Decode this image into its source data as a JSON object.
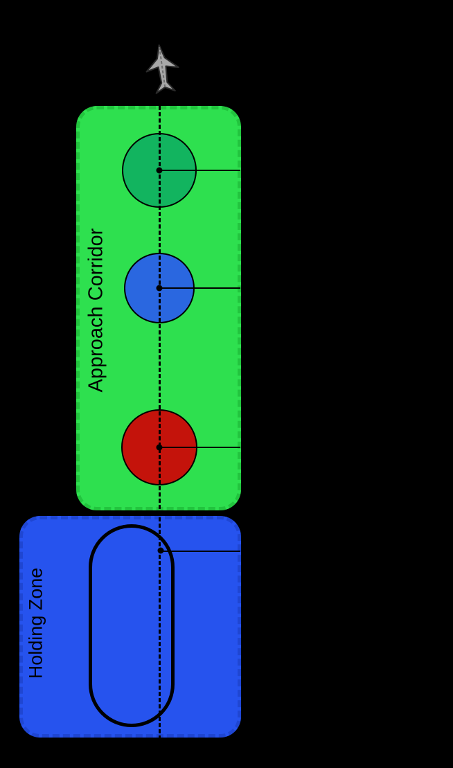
{
  "labels": {
    "approach_corridor": "Approach Corridor",
    "holding_zone": "Holding Zone"
  },
  "colors": {
    "background": "#000000",
    "approach_corridor_fill": "#2EE04F",
    "holding_zone_fill": "#2653EE",
    "waypoint_green": "#12B45F",
    "waypoint_blue": "#2A67E0",
    "waypoint_red": "#C4130B",
    "plane_gray": "#A8A8A8",
    "path_line": "#000000"
  },
  "waypoints": [
    {
      "name": "green-waypoint",
      "color": "#12B45F"
    },
    {
      "name": "blue-waypoint",
      "color": "#2A67E0"
    },
    {
      "name": "red-waypoint",
      "color": "#C4130B"
    }
  ],
  "holding_pattern": {
    "shape": "racetrack-oval",
    "stroke": "#000000"
  }
}
